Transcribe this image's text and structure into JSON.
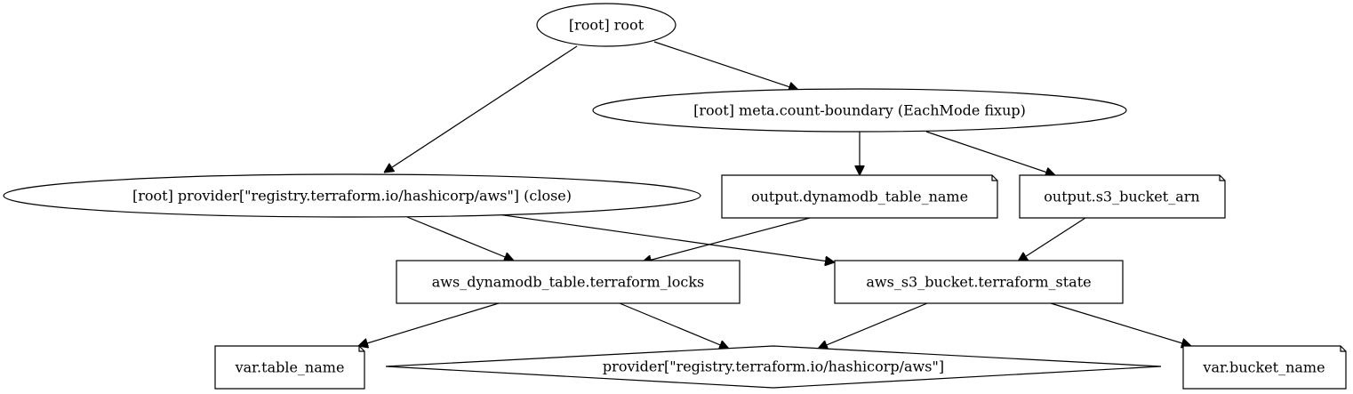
{
  "diagram": {
    "type": "directed-graph",
    "nodes": [
      {
        "id": "root",
        "label": "[root] root",
        "shape": "ellipse"
      },
      {
        "id": "count_boundary",
        "label": "[root] meta.count-boundary (EachMode fixup)",
        "shape": "ellipse"
      },
      {
        "id": "provider_close",
        "label": "[root] provider[\"registry.terraform.io/hashicorp/aws\"] (close)",
        "shape": "ellipse"
      },
      {
        "id": "out_table",
        "label": "output.dynamodb_table_name",
        "shape": "note"
      },
      {
        "id": "out_arn",
        "label": "output.s3_bucket_arn",
        "shape": "note"
      },
      {
        "id": "dynamo",
        "label": "aws_dynamodb_table.terraform_locks",
        "shape": "box"
      },
      {
        "id": "s3",
        "label": "aws_s3_bucket.terraform_state",
        "shape": "box"
      },
      {
        "id": "var_table",
        "label": "var.table_name",
        "shape": "note"
      },
      {
        "id": "provider",
        "label": "provider[\"registry.terraform.io/hashicorp/aws\"]",
        "shape": "diamond"
      },
      {
        "id": "var_bucket",
        "label": "var.bucket_name",
        "shape": "note"
      }
    ],
    "edges": [
      {
        "from": "root",
        "to": "provider_close"
      },
      {
        "from": "root",
        "to": "count_boundary"
      },
      {
        "from": "count_boundary",
        "to": "out_table"
      },
      {
        "from": "count_boundary",
        "to": "out_arn"
      },
      {
        "from": "provider_close",
        "to": "dynamo"
      },
      {
        "from": "provider_close",
        "to": "s3"
      },
      {
        "from": "out_table",
        "to": "dynamo"
      },
      {
        "from": "out_arn",
        "to": "s3"
      },
      {
        "from": "dynamo",
        "to": "var_table"
      },
      {
        "from": "dynamo",
        "to": "provider"
      },
      {
        "from": "s3",
        "to": "provider"
      },
      {
        "from": "s3",
        "to": "var_bucket"
      }
    ]
  }
}
